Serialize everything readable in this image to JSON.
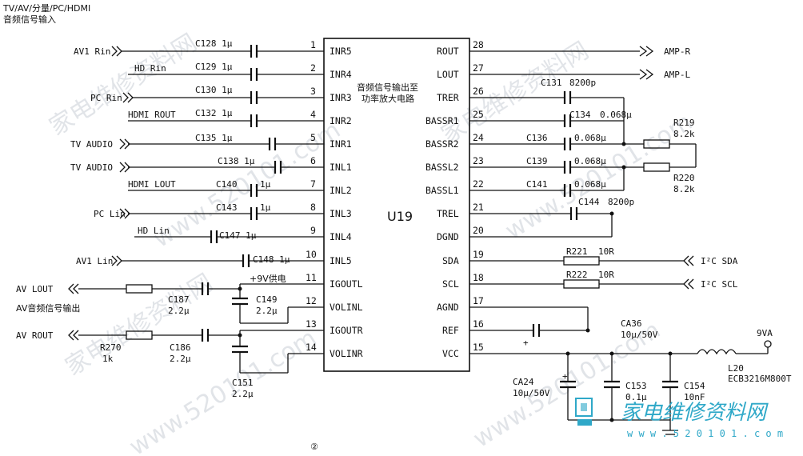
{
  "header": {
    "line1": "TV/AV/分量/PC/HDMI",
    "line2": "音频信号输入"
  },
  "chip": {
    "name": "U19",
    "note_line1": "音频信号输出至",
    "note_line2": "功率放大电路",
    "supply_note": "+9V供电"
  },
  "left_pins": [
    {
      "num": "1",
      "name": "INR5"
    },
    {
      "num": "2",
      "name": "INR4"
    },
    {
      "num": "3",
      "name": "INR3"
    },
    {
      "num": "4",
      "name": "INR2"
    },
    {
      "num": "5",
      "name": "INR1"
    },
    {
      "num": "6",
      "name": "INL1"
    },
    {
      "num": "7",
      "name": "INL2"
    },
    {
      "num": "8",
      "name": "INL3"
    },
    {
      "num": "9",
      "name": "INL4"
    },
    {
      "num": "10",
      "name": "INL5"
    },
    {
      "num": "11",
      "name": "IGOUTL"
    },
    {
      "num": "12",
      "name": "VOLINL"
    },
    {
      "num": "13",
      "name": "IGOUTR"
    },
    {
      "num": "14",
      "name": "VOLINR"
    }
  ],
  "right_pins": [
    {
      "num": "28",
      "name": "ROUT"
    },
    {
      "num": "27",
      "name": "LOUT"
    },
    {
      "num": "26",
      "name": "TRER"
    },
    {
      "num": "25",
      "name": "BASSR1"
    },
    {
      "num": "24",
      "name": "BASSR2"
    },
    {
      "num": "23",
      "name": "BASSL2"
    },
    {
      "num": "22",
      "name": "BASSL1"
    },
    {
      "num": "21",
      "name": "TREL"
    },
    {
      "num": "20",
      "name": "DGND"
    },
    {
      "num": "19",
      "name": "SDA"
    },
    {
      "num": "18",
      "name": "SCL"
    },
    {
      "num": "17",
      "name": "AGND"
    },
    {
      "num": "16",
      "name": "REF"
    },
    {
      "num": "15",
      "name": "VCC"
    }
  ],
  "inputs": {
    "av1_rin": "AV1 Rin",
    "hd_rin": "HD Rin",
    "pc_rin": "PC Rin",
    "hdmi_rout": "HDMI ROUT",
    "tv_audio_1": "TV AUDIO",
    "tv_audio_2": "TV AUDIO",
    "hdmi_lout": "HDMI LOUT",
    "pc_lin": "PC Lin",
    "hd_lin": "HD Lin",
    "av1_lin": "AV1 Lin"
  },
  "input_caps": {
    "c128": "C128 1μ",
    "c129": "C129 1μ",
    "c130": "C130 1μ",
    "c132": "C132 1μ",
    "c135": "C135 1μ",
    "c138": "C138 1μ",
    "c140": "C140",
    "c140_val": "1μ",
    "c143": "C143",
    "c143_val": "1μ",
    "c147": "C147 1μ",
    "c148": "C148 1μ"
  },
  "outputs": {
    "av_lout": "AV LOUT",
    "av_out_caption": "AV音频信号输出",
    "av_rout": "AV ROUT",
    "c187": "C187",
    "c187_val": "2.2μ",
    "c149": "C149",
    "c149_val": "2.2μ",
    "r270": "R270",
    "r270_val": "1k",
    "c186": "C186",
    "c186_val": "2.2μ",
    "c151": "C151",
    "c151_val": "2.2μ"
  },
  "right_side": {
    "amp_r": "AMP-R",
    "amp_l": "AMP-L",
    "c131": "C131",
    "c131_val": "8200p",
    "c134": "C134",
    "c134_val": "0.068μ",
    "c136": "C136",
    "c136_val": "0.068μ",
    "c139": "C139",
    "c139_val": "0.068μ",
    "c141": "C141",
    "c141_val": "0.068μ",
    "r219": "R219",
    "r219_val": "8.2k",
    "r220": "R220",
    "r220_val": "8.2k",
    "c144": "C144",
    "c144_val": "8200p",
    "r221": "R221",
    "r221_val": "10R",
    "r222": "R222",
    "r222_val": "10R",
    "i2c_sda": "I²C SDA",
    "i2c_scl": "I²C SCL",
    "ca36": "CA36",
    "ca36_val": "10μ/50V",
    "supply": "9VA",
    "l20": "L20",
    "l20_part": "ECB3216M800T",
    "ca24": "CA24",
    "ca24_val": "10μ/50V",
    "c153": "C153",
    "c153_val": "0.1μ",
    "c154": "C154",
    "c154_val": "10nF"
  },
  "figure_number": "②",
  "watermarks": [
    "家电维修资料网",
    "www.520101.com"
  ],
  "logo": {
    "cn": "家电维修资料网",
    "url": "w w w . 5 2 0 1 0 1 . c o m"
  },
  "colors": {
    "line": "#111111",
    "logo": "#2fa8c8",
    "watermark": "#c9ced6"
  }
}
